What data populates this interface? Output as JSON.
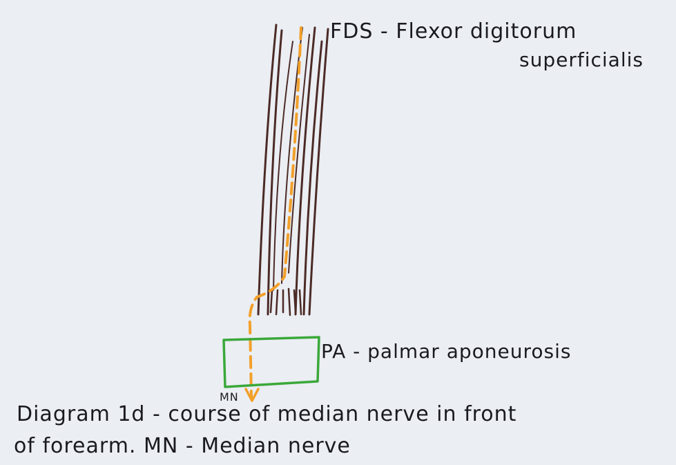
{
  "labels": {
    "fds_line1": "FDS - Flexor digitorum",
    "fds_line2": "superficialis",
    "pa": "PA - palmar aponeurosis",
    "mn": "MN"
  },
  "caption": {
    "line1": "Diagram 1d - course of median nerve in front",
    "line2": "of forearm. MN - Median nerve"
  },
  "colors": {
    "paper": "#ebeef3",
    "muscle_fibers": "#4b2a25",
    "median_nerve": "#f2a02a",
    "palmar_aponeurosis": "#3aa83a",
    "ink": "#1a1a1f"
  }
}
